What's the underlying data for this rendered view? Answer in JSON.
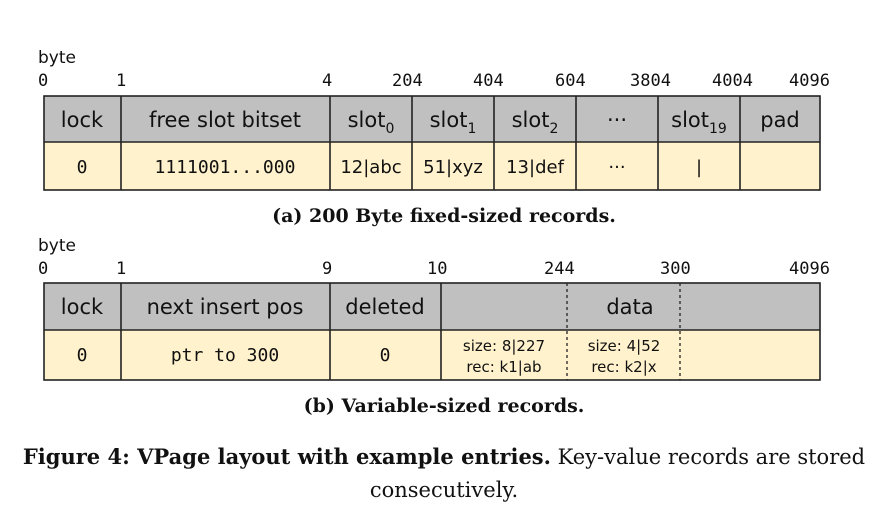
{
  "colors": {
    "header_fill": "#c0c0c0",
    "value_fill": "#fff2cc",
    "stroke": "#222222"
  },
  "panel_a": {
    "unit_label": "byte",
    "offsets": [
      "0",
      "1",
      "4",
      "204",
      "404",
      "604",
      "3804",
      "4004",
      "4096"
    ],
    "header": [
      "lock",
      "free slot bitset",
      "slot",
      "slot",
      "slot",
      "···",
      "slot",
      "pad"
    ],
    "header_subscripts": [
      "",
      "",
      "0",
      "1",
      "2",
      "",
      "19",
      ""
    ],
    "values": [
      "0",
      "1111001...000",
      "12|abc",
      "51|xyz",
      "13|def",
      "···",
      "|",
      ""
    ],
    "caption": "(a) 200 Byte fixed-sized records."
  },
  "panel_b": {
    "unit_label": "byte",
    "offsets": [
      "0",
      "1",
      "9",
      "10",
      "244",
      "300",
      "4096"
    ],
    "header": [
      "lock",
      "next insert pos",
      "deleted",
      "data"
    ],
    "values": [
      "0",
      "ptr to 300",
      "0"
    ],
    "records": [
      {
        "size": "size: 8|227",
        "rec": "rec: k1|ab"
      },
      {
        "size": "size: 4|52",
        "rec": "rec: k2|x"
      }
    ],
    "caption": "(b) Variable-sized records."
  },
  "figure_caption": {
    "bold": "Figure 4: VPage layout with example entries.",
    "rest": "Key-value records are stored consecutively."
  }
}
